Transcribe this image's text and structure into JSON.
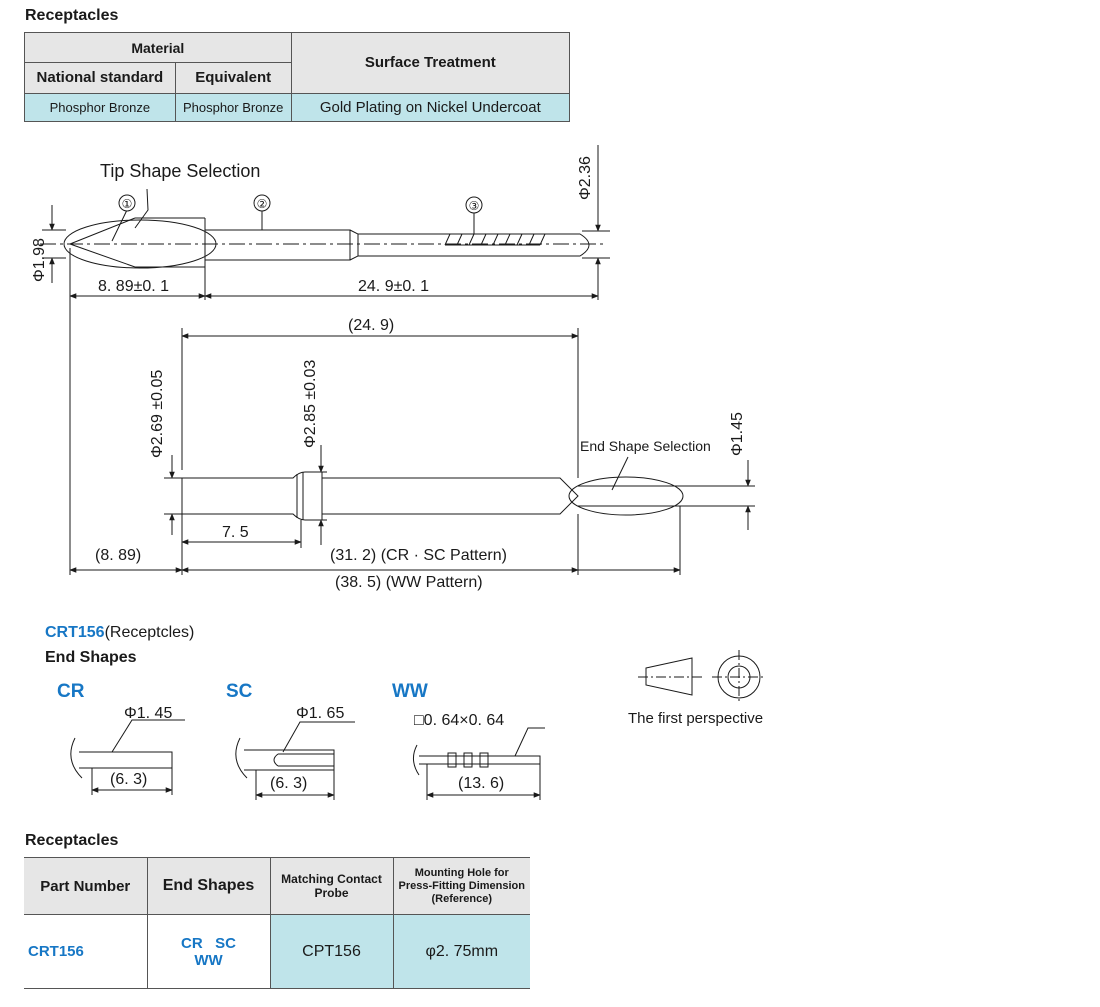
{
  "top_table": {
    "title": "Receptacles",
    "material_header": "Material",
    "national_standard_header": "National standard",
    "equivalent_header": "Equivalent",
    "surface_header": "Surface Treatment",
    "row": {
      "national": "Phosphor Bronze",
      "equivalent": "Phosphor Bronze",
      "surface": "Gold Plating on Nickel Undercoat"
    }
  },
  "drawing": {
    "tip_shape_label": "Tip Shape Selection",
    "circle_1": "①",
    "circle_2": "②",
    "circle_3": "③",
    "dim_phi_198": "Φ1.98",
    "dim_phi_236": "Φ2.36",
    "dim_889": "8. 89±0. 1",
    "dim_249": "24. 9±0. 1",
    "dim_249_ref": "(24. 9)",
    "dim_phi_269": "Φ2.69 ±0.05",
    "dim_phi_285": "Φ2.85 ±0.03",
    "dim_phi_145": "Φ1.45",
    "end_shape_label": "End Shape Selection",
    "dim_75": "7. 5",
    "dim_889_ref": "(8. 89)",
    "dim_312": "(31. 2) (CR · SC Pattern)",
    "dim_385": "(38. 5) (WW Pattern)"
  },
  "end_shapes": {
    "model": "CRT156",
    "model_suffix": "(Receptcles)",
    "title": "End Shapes",
    "cr": {
      "name": "CR",
      "dia": "Φ1. 45",
      "len": "(6. 3)"
    },
    "sc": {
      "name": "SC",
      "dia": "Φ1. 65",
      "len": "(6. 3)"
    },
    "ww": {
      "name": "WW",
      "dia": "□0. 64×0. 64",
      "len": "(13. 6)"
    },
    "perspective_label": "The first perspective"
  },
  "bottom_table": {
    "title": "Receptacles",
    "headers": {
      "part_number": "Part Number",
      "end_shapes": "End Shapes",
      "matching_probe": "Matching Contact Probe",
      "mounting_hole": "Mounting Hole for Press-Fitting Dimension (Reference)"
    },
    "row": {
      "part_number": "CRT156",
      "end_shapes_1": "CR   SC",
      "end_shapes_2": "WW",
      "matching_probe": "CPT156",
      "mounting_hole": "φ2. 75mm"
    }
  },
  "colors": {
    "accent_blue": "#1777c5",
    "cell_cyan": "#bfe4ea",
    "header_gray": "#e6e6e6"
  }
}
